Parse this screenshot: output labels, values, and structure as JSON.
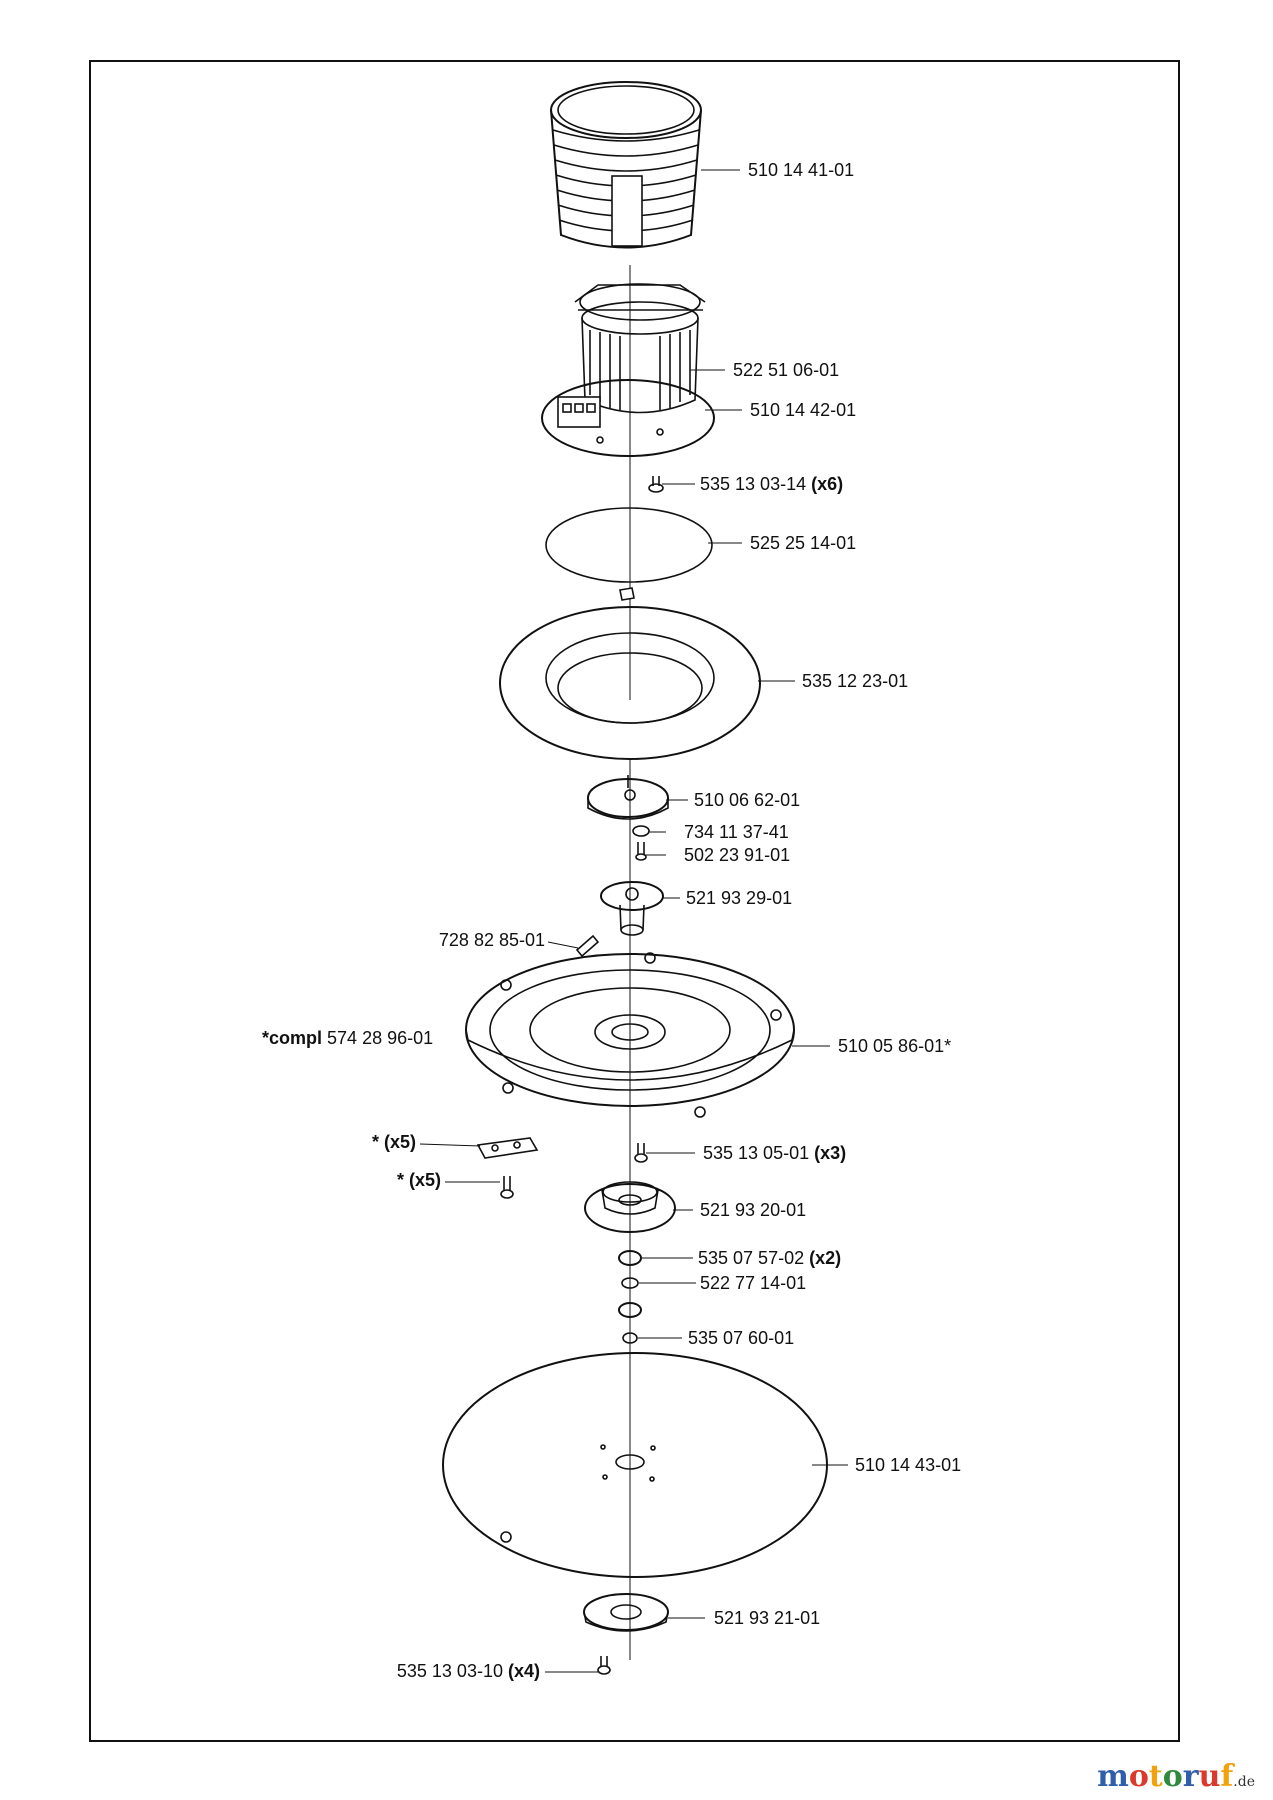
{
  "callouts": [
    {
      "id": "c1",
      "number": "510 14 41-01",
      "qty": ""
    },
    {
      "id": "c2",
      "number": "522 51 06-01",
      "qty": ""
    },
    {
      "id": "c3",
      "number": "510 14 42-01",
      "qty": ""
    },
    {
      "id": "c4",
      "number": "535 13 03-14",
      "qty": "(x6)"
    },
    {
      "id": "c5",
      "number": "525 25 14-01",
      "qty": ""
    },
    {
      "id": "c6",
      "number": "535 12 23-01",
      "qty": ""
    },
    {
      "id": "c7",
      "number": "510 06 62-01",
      "qty": ""
    },
    {
      "id": "c8",
      "number": "734 11 37-41",
      "qty": ""
    },
    {
      "id": "c9",
      "number": "502 23 91-01",
      "qty": ""
    },
    {
      "id": "c10",
      "number": "521 93 29-01",
      "qty": ""
    },
    {
      "id": "c11",
      "number": "728 82 85-01",
      "qty": ""
    },
    {
      "id": "c12",
      "prefix": "*compl",
      "number": "574 28 96-01",
      "qty": ""
    },
    {
      "id": "c13",
      "number": "510 05 86-01*",
      "qty": ""
    },
    {
      "id": "c14",
      "prefix": "* (x5)",
      "number": "",
      "qty": ""
    },
    {
      "id": "c15",
      "number": "535 13 05-01",
      "qty": "(x3)"
    },
    {
      "id": "c16",
      "prefix": "* (x5)",
      "number": "",
      "qty": ""
    },
    {
      "id": "c17",
      "number": "521 93 20-01",
      "qty": ""
    },
    {
      "id": "c18",
      "number": "535 07 57-02",
      "qty": "(x2)"
    },
    {
      "id": "c19",
      "number": "522 77 14-01",
      "qty": ""
    },
    {
      "id": "c20",
      "number": "535 07 60-01",
      "qty": ""
    },
    {
      "id": "c21",
      "number": "510 14 43-01",
      "qty": ""
    },
    {
      "id": "c22",
      "number": "521 93 21-01",
      "qty": ""
    },
    {
      "id": "c23",
      "number": "535 13 03-10",
      "qty": "(x4)"
    }
  ],
  "watermark": {
    "letters": [
      "m",
      "o",
      "t",
      "o",
      "r",
      "u",
      "f"
    ],
    "tld": ".de",
    "colors": [
      "#2e5fa8",
      "#d93a2b",
      "#f2a20c",
      "#2e8b3e",
      "#2e5fa8",
      "#d93a2b",
      "#f2a20c"
    ]
  }
}
